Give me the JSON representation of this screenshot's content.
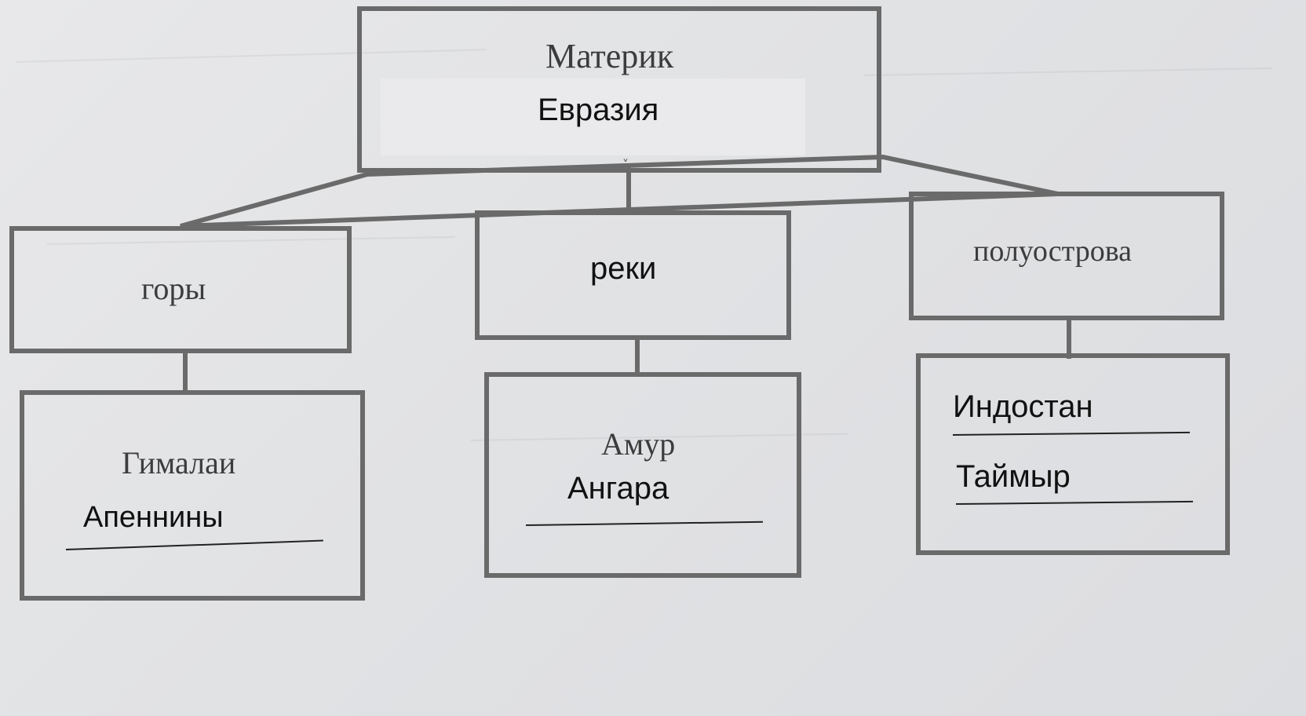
{
  "root": {
    "title": "Материк",
    "answer": "Евразия"
  },
  "branches": [
    {
      "label": "горы",
      "example": "Гималаи",
      "answers": [
        "Апеннины"
      ]
    },
    {
      "label": "реки",
      "example": "Амур",
      "answers": [
        "Ангара"
      ]
    },
    {
      "label": "полуострова",
      "example": "",
      "answers": [
        "Индостан",
        "Таймыр"
      ]
    }
  ]
}
